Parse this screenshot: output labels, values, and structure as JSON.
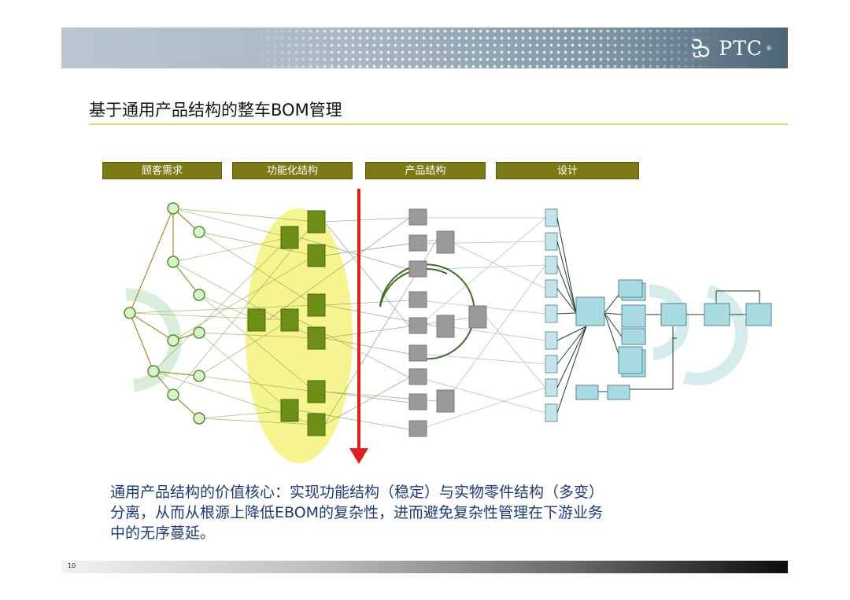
{
  "header": {
    "brand": "PTC",
    "trademark": "®"
  },
  "slide": {
    "title": "基于通用产品结构的整车BOM管理"
  },
  "categories": [
    "顾客需求",
    "功能化结构",
    "产品结构",
    "设计"
  ],
  "caption": {
    "line1": "通用产品结构的价值核心：实现功能结构（稳定）与实物零件结构（多变）",
    "line2": "分离，从而从根源上降低EBOM的复杂性，进而避免复杂性管理在下游业务",
    "line3": "中的无序蔓延。"
  },
  "footer": {
    "page_number": "10"
  },
  "colors": {
    "accent_red": "#e0201b",
    "category_bg": "#7b7a15",
    "function_green": "#6e8f17",
    "ellipse_yellow": "#f4f27a",
    "caption_blue": "#1c3a7a"
  }
}
